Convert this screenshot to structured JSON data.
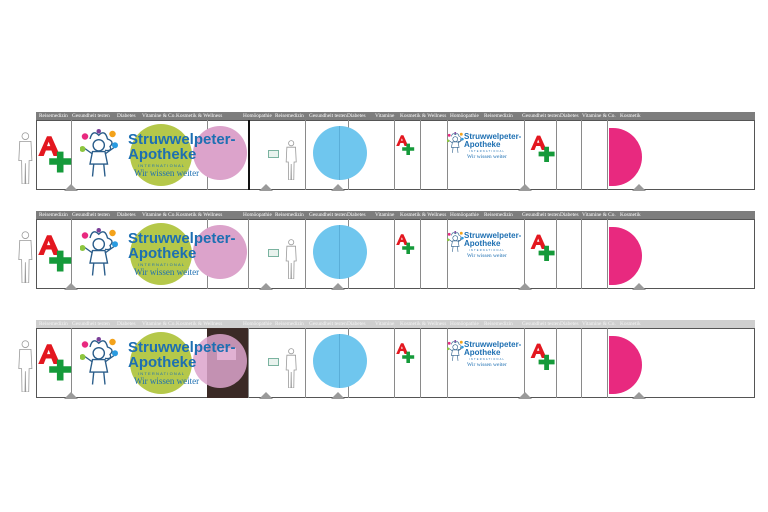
{
  "nav_labels": [
    "Reisemedizin",
    "Gesundheit testen",
    "Diabetes",
    "Vitamine & Co.",
    "Kosmetik & Wellness",
    "Homöopathie",
    "Reisemedizin",
    "Gesundheit testen",
    "Diabetes",
    "Vitamine",
    "Kosmetik & Wellness",
    "Homöopathie",
    "Reisemedizin",
    "Gesundheit testen",
    "Diabetes",
    "Vitamine & Co.",
    "Kosmetik"
  ],
  "logo": {
    "line1": "Struwwelpeter-",
    "line2": "Apotheke",
    "international": "INTERNATIONAL",
    "slogan": "Wir wissen weiter"
  },
  "colors": {
    "pharmacy_red": "#e3171f",
    "cross_green": "#159a3a",
    "olive_circle": "#b5c84a",
    "pink_circle": "#dca3cb",
    "blue_circle": "#6fc6ee",
    "magenta_half": "#e8297f",
    "dark_panel": "#3b2a26",
    "logo_blue": "#1d6fb2"
  }
}
